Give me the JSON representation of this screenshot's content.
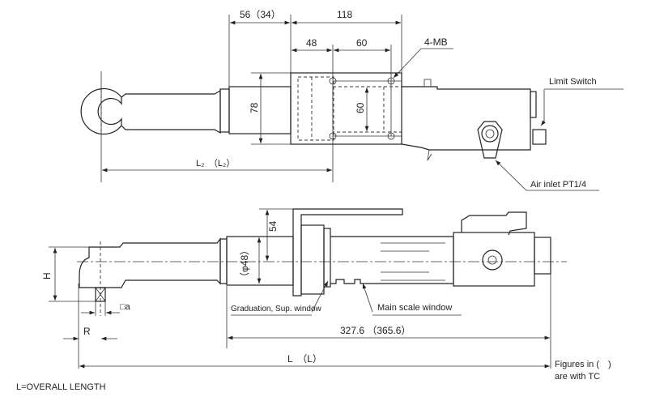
{
  "top_view": {
    "dim_56": "56（34）",
    "dim_118": "118",
    "dim_48": "48",
    "dim_60_h": "60",
    "dim_78": "78",
    "dim_60_v": "60",
    "dim_l2": "L₂　（L₂）",
    "label_4mb": "4-MB",
    "label_limit_switch": "Limit Switch",
    "label_air_inlet": "Air inlet PT1/4"
  },
  "side_view": {
    "dim_54": "54",
    "dim_phi48": "（φ48）",
    "dim_h": "H",
    "dim_a": "□a",
    "dim_r": "R",
    "dim_3276": "327.6 （365.6）",
    "dim_l": "L　（L）",
    "label_graduation": "Graduation, Sup. window",
    "label_main_scale": "Main scale window"
  },
  "notes": {
    "figures_line1": "Figures in (　)",
    "figures_line2": "are with TC",
    "overall_length": "L=OVERALL LENGTH"
  }
}
